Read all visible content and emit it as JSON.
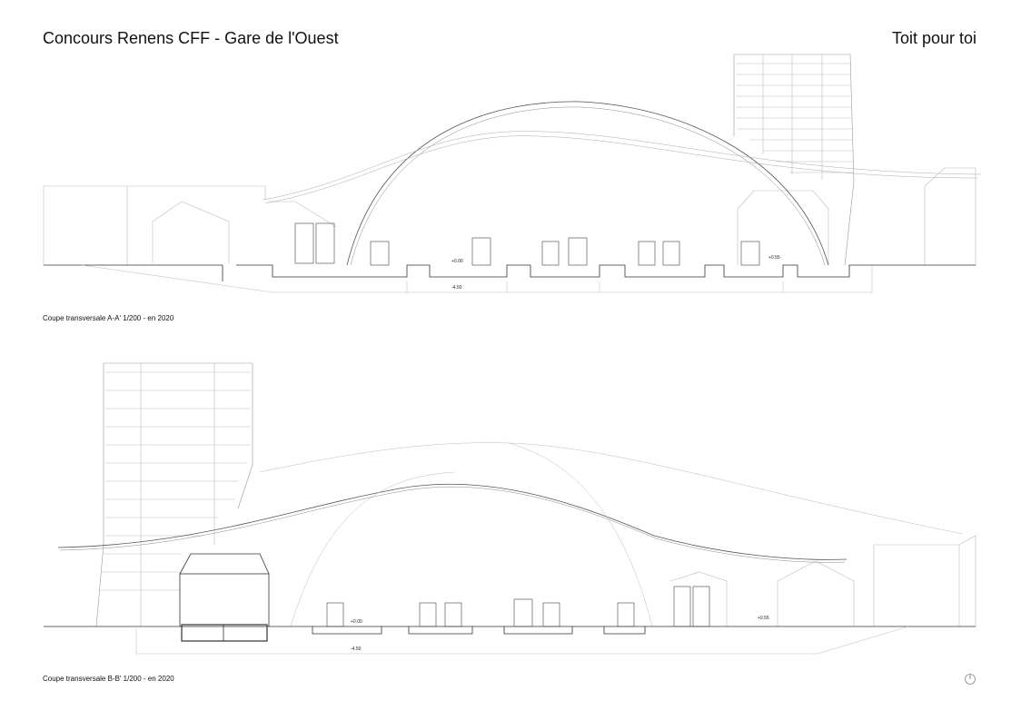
{
  "header": {
    "title": "Concours Renens CFF - Gare de l'Ouest",
    "project_name": "Toit pour toi"
  },
  "sections": [
    {
      "caption": "Coupe transversale A-A' 1/200 - en 2020",
      "levels": {
        "platform": "+0.00",
        "upper": "+0.55",
        "underpass": "-4.50"
      }
    },
    {
      "caption": "Coupe transversale B-B' 1/200 - en 2020",
      "levels": {
        "platform": "+0.00",
        "upper": "+0.55",
        "underpass": "-4.50"
      }
    }
  ],
  "north_arrow_icon": "north-arrow-icon"
}
